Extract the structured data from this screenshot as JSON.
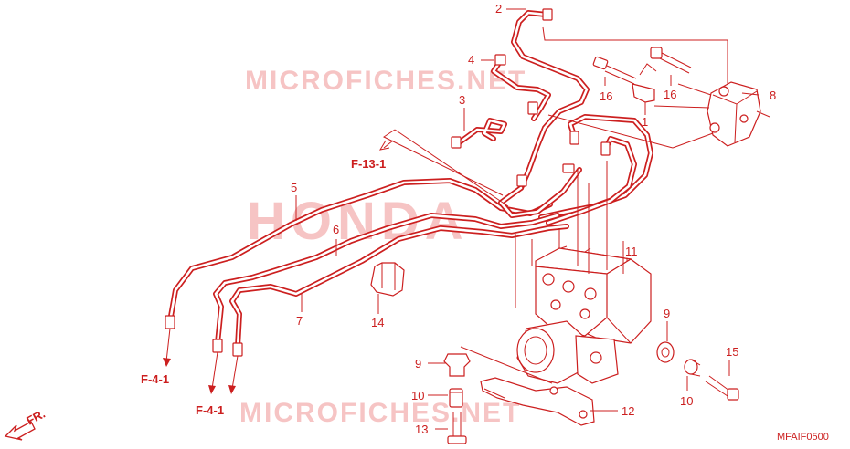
{
  "watermarks": {
    "top": "MICROFICHES.NET",
    "center": "HONDA",
    "bottom": "MICROFICHES.NET"
  },
  "callouts": {
    "c1": "1",
    "c2": "2",
    "c3": "3",
    "c4": "4",
    "c5": "5",
    "c6": "6",
    "c7": "7",
    "c8": "8",
    "c9a": "9",
    "c9b": "9",
    "c10a": "10",
    "c10b": "10",
    "c11": "11",
    "c12": "12",
    "c13": "13",
    "c14": "14",
    "c15": "15",
    "c16a": "16",
    "c16b": "16"
  },
  "references": {
    "f13": "F-13-1",
    "f4a": "F-4-1",
    "f4b": "F-4-1"
  },
  "front_indicator": "FR.",
  "diagram_code": "MFAIF0500",
  "colors": {
    "ink": "#cc1f1f",
    "watermark": "#f6c4c4"
  }
}
